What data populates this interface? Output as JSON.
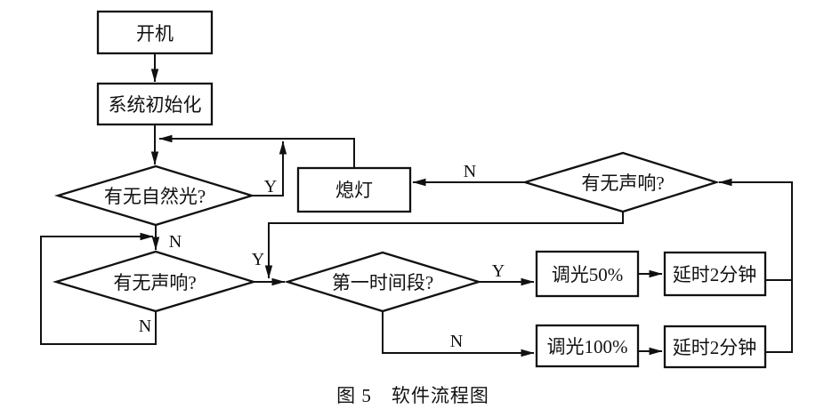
{
  "caption": "图 5　软件流程图",
  "colors": {
    "line": "#111111",
    "bg": "#ffffff",
    "text": "#111111"
  },
  "nodes": {
    "power": {
      "label": "开机",
      "type": "process"
    },
    "init": {
      "label": "系统初始化",
      "type": "process"
    },
    "natural_light": {
      "label": "有无自然光?",
      "type": "decision"
    },
    "light_off": {
      "label": "熄灯",
      "type": "process"
    },
    "sound_check_right": {
      "label": "有无声响?",
      "type": "decision"
    },
    "sound_check_left": {
      "label": "有无声响?",
      "type": "decision"
    },
    "time_period": {
      "label": "第一时间段?",
      "type": "decision"
    },
    "dim_50": {
      "label": "调光50%",
      "type": "process"
    },
    "delay_top": {
      "label": "延时2分钟",
      "type": "process"
    },
    "dim_100": {
      "label": "调光100%",
      "type": "process"
    },
    "delay_bottom": {
      "label": "延时2分钟",
      "type": "process"
    }
  },
  "edge_labels": {
    "natural_light_yes": "Y",
    "natural_light_no": "N",
    "sound_right_no": "N",
    "junction_yes": "Y",
    "sound_left_no": "N",
    "time_period_yes": "Y",
    "time_period_no": "N"
  }
}
